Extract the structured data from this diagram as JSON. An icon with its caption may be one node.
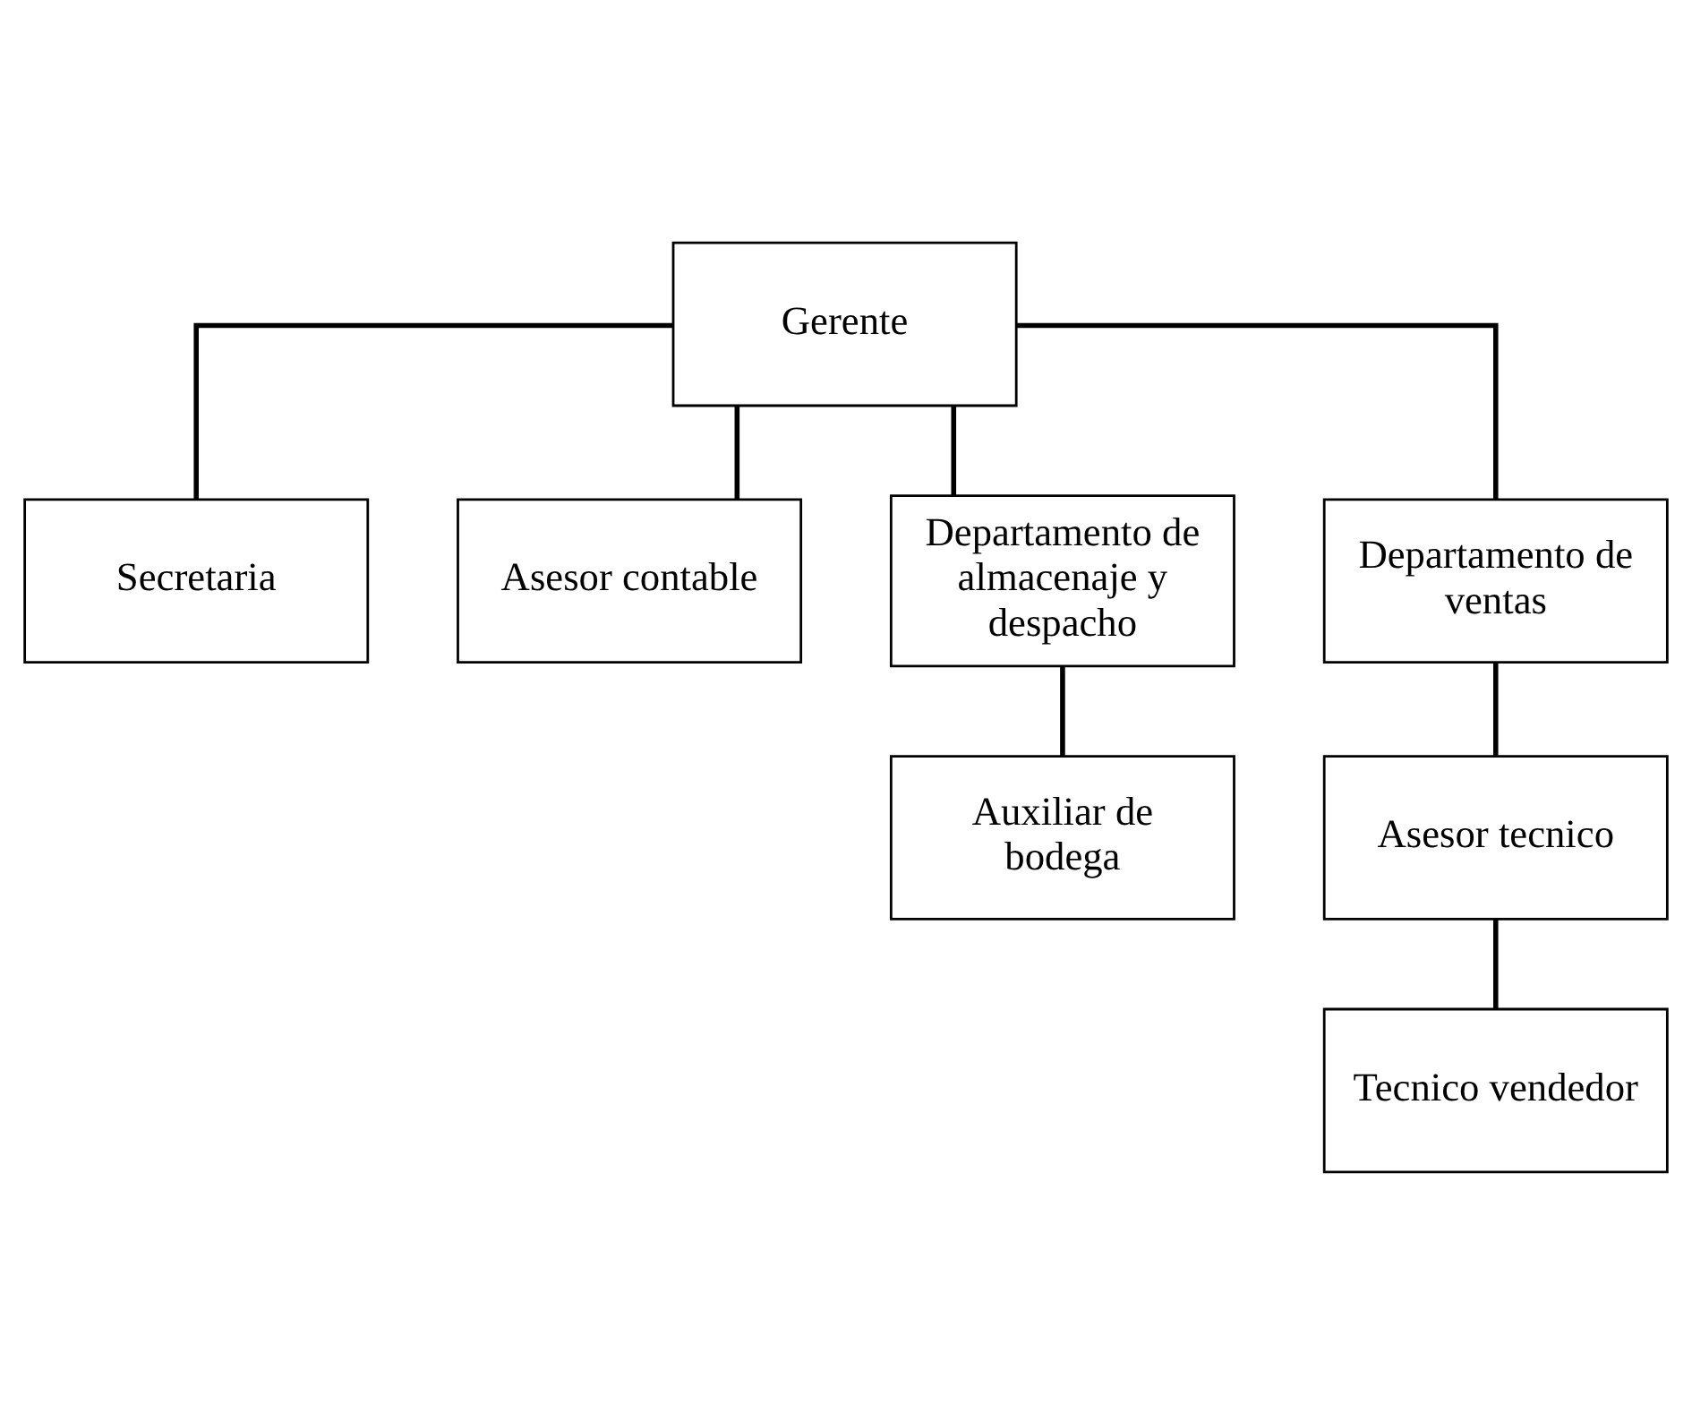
{
  "diagram": {
    "nodes": [
      {
        "text": [
          "Gerente"
        ]
      },
      {
        "text": [
          "Secretaria"
        ]
      },
      {
        "text": [
          "Asesor contable"
        ]
      },
      {
        "text": [
          "Departamento de almacenaje y despacho"
        ]
      },
      {
        "text": [
          "Departamento de ventas"
        ]
      },
      {
        "text": [
          "Auxiliar de bodega"
        ]
      },
      {
        "text": [
          "Asesor tecnico"
        ]
      },
      {
        "text": [
          "Tecnico vendedor"
        ]
      }
    ],
    "edges": [
      {
        "from": 0,
        "to": 1,
        "arrow": "none"
      },
      {
        "from": 0,
        "to": 2,
        "arrow": "none"
      },
      {
        "from": 0,
        "to": 3,
        "arrow": "none"
      },
      {
        "from": 0,
        "to": 4,
        "arrow": "none"
      },
      {
        "from": 3,
        "to": 5,
        "arrow": "none"
      },
      {
        "from": 4,
        "to": 6,
        "arrow": "none"
      },
      {
        "from": 6,
        "to": 7,
        "arrow": "none"
      }
    ]
  }
}
